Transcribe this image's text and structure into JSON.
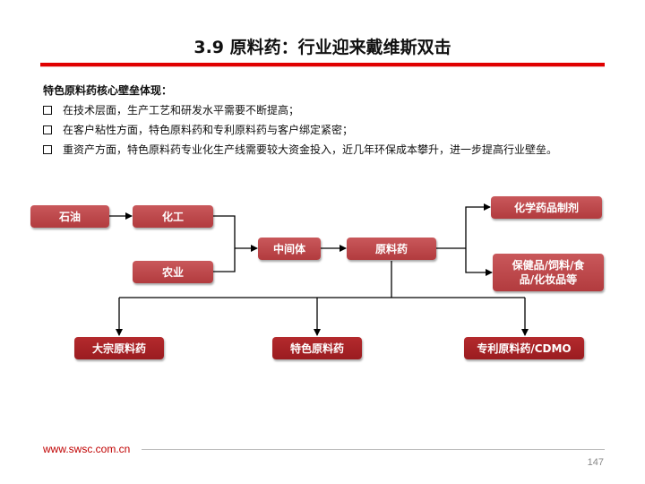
{
  "slide": {
    "title": "3.9 原料药：行业迎来戴维斯双击",
    "intro": "特色原料药核心壁垒体现：",
    "bullets": [
      "在技术层面，生产工艺和研发水平需要不断提高；",
      "在客户粘性方面，特色原料药和专利原料药与客户绑定紧密；",
      "重资产方面，特色原料药专业化生产线需要较大资金投入，近几年环保成本攀升，进一步提高行业壁垒。"
    ],
    "bullet_icon": "square-bullet-icon"
  },
  "diagram": {
    "nodes": {
      "petroleum": "石油",
      "chemical": "化工",
      "agriculture": "农业",
      "intermediate": "中间体",
      "api": "原料药",
      "formulation": "化学药品制剂",
      "health_products": "保健品/饲料/食品/化妆品等",
      "bulk_api": "大宗原料药",
      "specialty_api": "特色原料药",
      "patent_api": "专利原料药/CDMO"
    },
    "colors": {
      "node": "#b23b3e",
      "node_dark": "#9a1c20",
      "line": "#000000"
    }
  },
  "footer": {
    "url": "www.swsc.com.cn",
    "page": "147"
  },
  "accent_color": "#e00000"
}
